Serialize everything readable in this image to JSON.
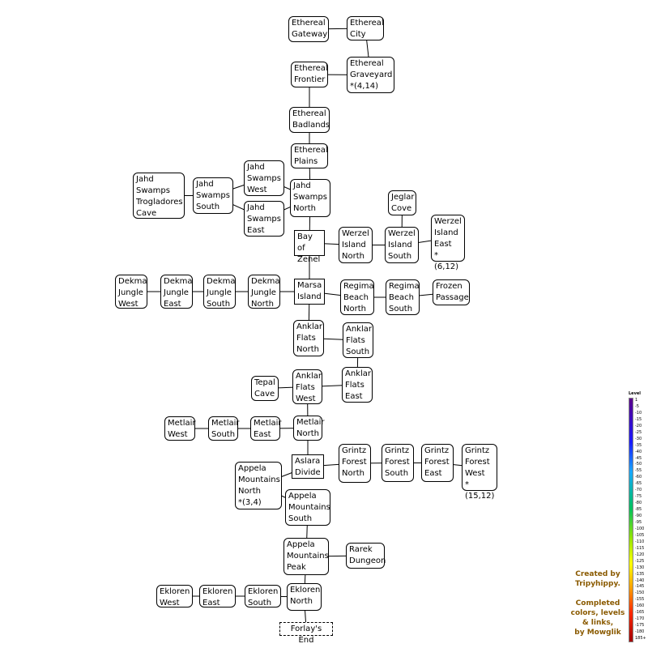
{
  "zones": [
    {
      "id": "ethereal-gateway",
      "label": "Ethereal\nGateway"
    },
    {
      "id": "ethereal-city",
      "label": "Ethereal\nCity"
    },
    {
      "id": "ethereal-frontier",
      "label": "Ethereal\nFrontier"
    },
    {
      "id": "ethereal-graveyard",
      "label": "Ethereal\nGraveyard\n*(4,14)"
    },
    {
      "id": "ethereal-badlands",
      "label": "Ethereal\nBadlands"
    },
    {
      "id": "ethereal-plains",
      "label": "Ethereal\nPlains"
    },
    {
      "id": "jahd-swamps-trogladores-cave",
      "label": "Jahd\nSwamps\nTrogladores\nCave"
    },
    {
      "id": "jahd-swamps-south",
      "label": "Jahd\nSwamps\nSouth"
    },
    {
      "id": "jahd-swamps-west",
      "label": "Jahd\nSwamps\nWest"
    },
    {
      "id": "jahd-swamps-east",
      "label": "Jahd\nSwamps\nEast"
    },
    {
      "id": "jahd-swamps-north",
      "label": "Jahd\nSwamps\nNorth"
    },
    {
      "id": "jeglar-cove",
      "label": "Jeglar\nCove"
    },
    {
      "id": "bay-of-zenel",
      "label": "Bay of\nZenel"
    },
    {
      "id": "werzel-island-north",
      "label": "Werzel\nIsland\nNorth"
    },
    {
      "id": "werzel-island-south",
      "label": "Werzel\nIsland\nSouth"
    },
    {
      "id": "werzel-island-east",
      "label": "Werzel\nIsland\nEast\n*(6,12)"
    },
    {
      "id": "dekma-jungle-west",
      "label": "Dekma\nJungle\nWest"
    },
    {
      "id": "dekma-jungle-east",
      "label": "Dekma\nJungle\nEast"
    },
    {
      "id": "dekma-jungle-south",
      "label": "Dekma\nJungle\nSouth"
    },
    {
      "id": "dekma-jungle-north",
      "label": "Dekma\nJungle\nNorth"
    },
    {
      "id": "marsa-island",
      "label": "Marsa\nIsland"
    },
    {
      "id": "regima-beach-north",
      "label": "Regima\nBeach\nNorth"
    },
    {
      "id": "regima-beach-south",
      "label": "Regima\nBeach\nSouth"
    },
    {
      "id": "frozen-passage",
      "label": "Frozen\nPassage"
    },
    {
      "id": "anklar-flats-north",
      "label": "Anklar\nFlats\nNorth"
    },
    {
      "id": "anklar-flats-south",
      "label": "Anklar\nFlats\nSouth"
    },
    {
      "id": "tepal-cave",
      "label": "Tepal\nCave"
    },
    {
      "id": "anklar-flats-west",
      "label": "Anklar\nFlats\nWest"
    },
    {
      "id": "anklar-flats-east",
      "label": "Anklar\nFlats\nEast"
    },
    {
      "id": "metlair-west",
      "label": "Metlair\nWest"
    },
    {
      "id": "metlair-south",
      "label": "Metlair\nSouth"
    },
    {
      "id": "metlair-east",
      "label": "Metlair\nEast"
    },
    {
      "id": "metlair-north",
      "label": "Metlair\nNorth"
    },
    {
      "id": "aslara-divide",
      "label": "Aslara\nDivide"
    },
    {
      "id": "grintz-forest-north",
      "label": "Grintz\nForest\nNorth"
    },
    {
      "id": "grintz-forest-south",
      "label": "Grintz\nForest\nSouth"
    },
    {
      "id": "grintz-forest-east",
      "label": "Grintz\nForest\nEast"
    },
    {
      "id": "grintz-forest-west",
      "label": "Grintz\nForest\nWest\n*(15,12)"
    },
    {
      "id": "appela-mountains-north",
      "label": "Appela\nMountains\nNorth\n*(3,4)"
    },
    {
      "id": "appela-mountains-south",
      "label": "Appela\nMountains\nSouth"
    },
    {
      "id": "appela-mountains-peak",
      "label": "Appela\nMountains\nPeak"
    },
    {
      "id": "rarek-dungeon",
      "label": "Rarek\nDungeon"
    },
    {
      "id": "ekloren-west",
      "label": "Ekloren\nWest"
    },
    {
      "id": "ekloren-east",
      "label": "Ekloren\nEast"
    },
    {
      "id": "ekloren-south",
      "label": "Ekloren\nSouth"
    },
    {
      "id": "ekloren-north",
      "label": "Ekloren\nNorth"
    },
    {
      "id": "forlays-end",
      "label": "Forlay's End"
    }
  ],
  "links": [
    [
      "ethereal-gateway",
      "ethereal-city"
    ],
    [
      "ethereal-city",
      "ethereal-graveyard"
    ],
    [
      "ethereal-frontier",
      "ethereal-graveyard"
    ],
    [
      "ethereal-frontier",
      "ethereal-badlands"
    ],
    [
      "ethereal-badlands",
      "ethereal-plains"
    ],
    [
      "ethereal-plains",
      "jahd-swamps-north"
    ],
    [
      "jahd-swamps-trogladores-cave",
      "jahd-swamps-south"
    ],
    [
      "jahd-swamps-south",
      "jahd-swamps-west"
    ],
    [
      "jahd-swamps-south",
      "jahd-swamps-east"
    ],
    [
      "jahd-swamps-west",
      "jahd-swamps-north"
    ],
    [
      "jahd-swamps-east",
      "jahd-swamps-north"
    ],
    [
      "jahd-swamps-north",
      "bay-of-zenel"
    ],
    [
      "bay-of-zenel",
      "werzel-island-north"
    ],
    [
      "werzel-island-north",
      "werzel-island-south"
    ],
    [
      "werzel-island-south",
      "jeglar-cove"
    ],
    [
      "werzel-island-south",
      "werzel-island-east"
    ],
    [
      "bay-of-zenel",
      "marsa-island"
    ],
    [
      "dekma-jungle-west",
      "dekma-jungle-east"
    ],
    [
      "dekma-jungle-east",
      "dekma-jungle-south"
    ],
    [
      "dekma-jungle-south",
      "dekma-jungle-north"
    ],
    [
      "dekma-jungle-north",
      "marsa-island"
    ],
    [
      "marsa-island",
      "regima-beach-north"
    ],
    [
      "regima-beach-north",
      "regima-beach-south"
    ],
    [
      "regima-beach-south",
      "frozen-passage"
    ],
    [
      "marsa-island",
      "anklar-flats-north"
    ],
    [
      "anklar-flats-north",
      "anklar-flats-south"
    ],
    [
      "anklar-flats-south",
      "anklar-flats-east"
    ],
    [
      "tepal-cave",
      "anklar-flats-west"
    ],
    [
      "anklar-flats-west",
      "anklar-flats-east"
    ],
    [
      "anklar-flats-west",
      "metlair-north"
    ],
    [
      "metlair-west",
      "metlair-south"
    ],
    [
      "metlair-south",
      "metlair-east"
    ],
    [
      "metlair-east",
      "metlair-north"
    ],
    [
      "metlair-north",
      "aslara-divide"
    ],
    [
      "aslara-divide",
      "grintz-forest-north"
    ],
    [
      "grintz-forest-north",
      "grintz-forest-south"
    ],
    [
      "grintz-forest-south",
      "grintz-forest-east"
    ],
    [
      "grintz-forest-east",
      "grintz-forest-west"
    ],
    [
      "aslara-divide",
      "appela-mountains-north"
    ],
    [
      "appela-mountains-north",
      "appela-mountains-south"
    ],
    [
      "appela-mountains-south",
      "appela-mountains-peak"
    ],
    [
      "appela-mountains-peak",
      "rarek-dungeon"
    ],
    [
      "appela-mountains-peak",
      "ekloren-north"
    ],
    [
      "ekloren-west",
      "ekloren-east"
    ],
    [
      "ekloren-east",
      "ekloren-south"
    ],
    [
      "ekloren-south",
      "ekloren-north"
    ],
    [
      "ekloren-north",
      "forlays-end"
    ]
  ],
  "legend": {
    "title": "Level",
    "ticks": [
      "1",
      "-5",
      "-10",
      "-15",
      "-20",
      "-25",
      "-30",
      "-35",
      "-40",
      "-45",
      "-50",
      "-55",
      "-60",
      "-65",
      "-70",
      "-75",
      "-80",
      "-85",
      "-90",
      "-95",
      "-100",
      "-105",
      "-110",
      "-115",
      "-120",
      "-125",
      "-130",
      "-135",
      "-140",
      "-145",
      "-150",
      "-155",
      "-160",
      "-165",
      "-170",
      "-175",
      "-180",
      "185+"
    ]
  },
  "credits": {
    "line1": "Created by\nTripyhippy.",
    "line2": "Completed\ncolors, levels\n& links,\nby Mowglik"
  }
}
